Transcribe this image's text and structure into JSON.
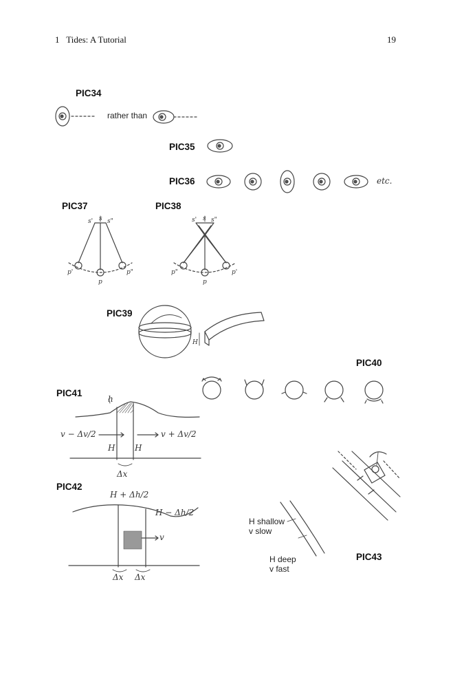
{
  "header": {
    "chapter": "1",
    "title": "Tides: A Tutorial",
    "page": "19"
  },
  "figures": {
    "pic34": {
      "label": "PIC34",
      "text": "rather than"
    },
    "pic35": {
      "label": "PIC35"
    },
    "pic36": {
      "label": "PIC36",
      "etc": "etc."
    },
    "pic37": {
      "label": "PIC37"
    },
    "pic38": {
      "label": "PIC38"
    },
    "pic39": {
      "label": "PIC39"
    },
    "pic40": {
      "label": "PIC40"
    },
    "pic41": {
      "label": "PIC41",
      "h": "h",
      "left": "v − Δv/2",
      "right": "v + Δv/2",
      "H1": "H",
      "H2": "H",
      "dx": "Δx"
    },
    "pic42": {
      "label": "PIC42",
      "top1": "H + Δh/2",
      "top2": "H − Δh/2",
      "v": "v",
      "dx1": "Δx",
      "dx2": "Δx"
    },
    "pic43": {
      "label": "PIC43",
      "shallow1": "H shallow",
      "shallow2": "v slow",
      "deep1": "H deep",
      "deep2": "v fast"
    }
  }
}
